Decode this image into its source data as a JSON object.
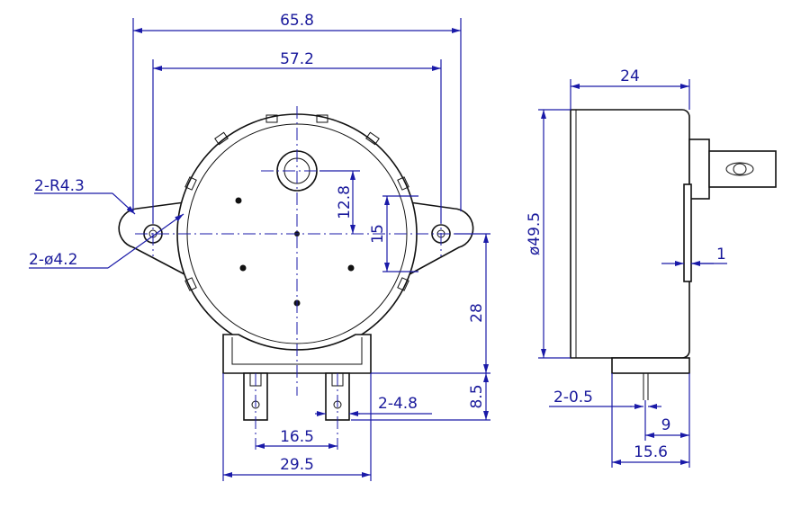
{
  "drawing": {
    "dimensions": {
      "overall_width": "65.8",
      "hole_span": "57.2",
      "ear_radius": "2-R4.3",
      "hole_dia": "2-ø4.2",
      "shaft_offset": "12.8",
      "shaft_center_to_hole": "15",
      "body_dia": "ø49.5",
      "depth": "24",
      "plate_thick": "1",
      "center_to_base": "28",
      "terminal_len": "8.5",
      "terminal_pitch": "16.5",
      "base_width": "29.5",
      "terminal_hole": "2-4.8",
      "terminal_thick": "2-0.5",
      "terminal_offset": "9",
      "terminal_depth": "15.6"
    }
  }
}
